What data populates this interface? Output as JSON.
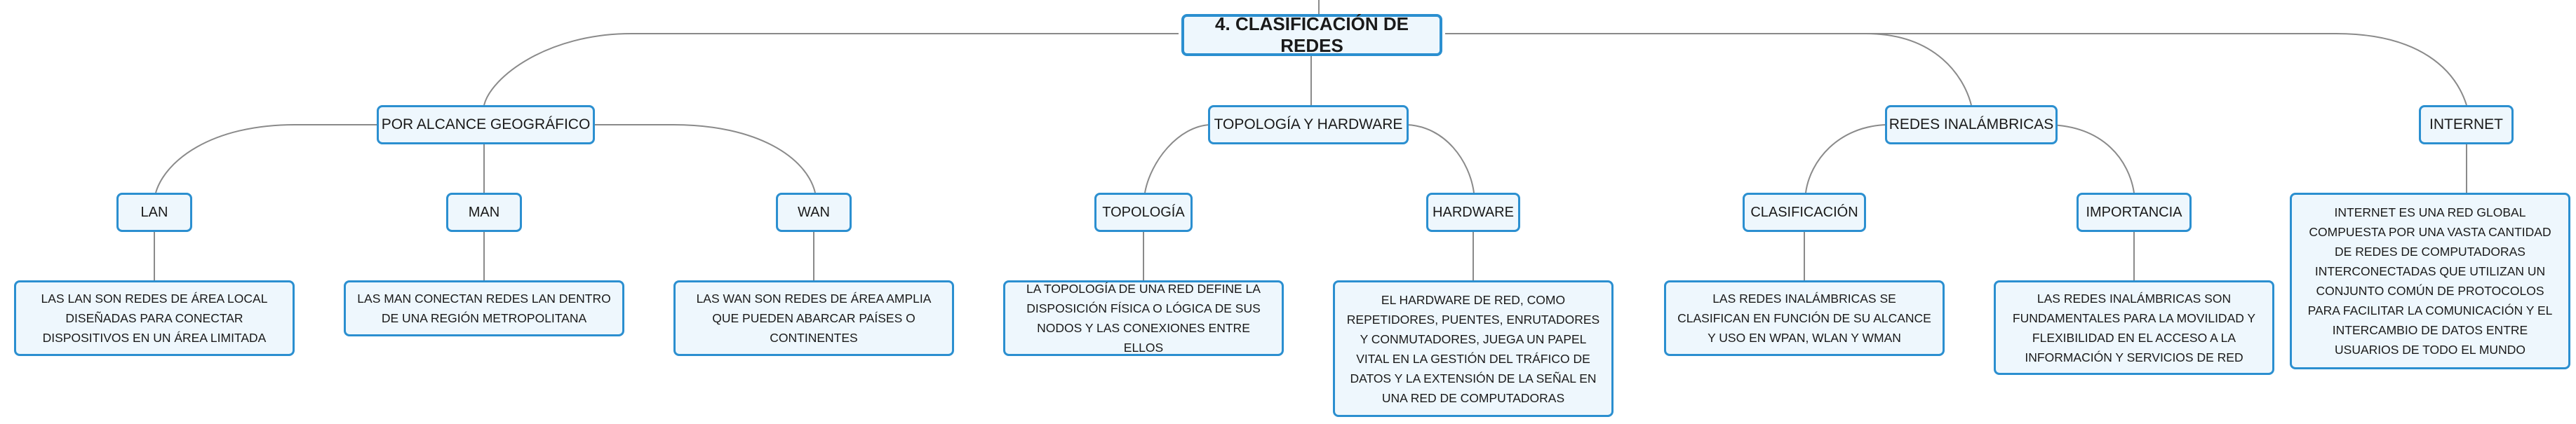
{
  "diagram": {
    "root": {
      "label": "4. CLASIFICACIÓN DE REDES"
    },
    "branches": [
      {
        "label": "POR ALCANCE GEOGRÁFICO",
        "children": [
          {
            "label": "LAN",
            "detail": "LAS LAN SON REDES DE ÁREA LOCAL DISEÑADAS PARA CONECTAR DISPOSITIVOS EN UN ÁREA LIMITADA"
          },
          {
            "label": "MAN",
            "detail": "LAS MAN CONECTAN REDES LAN DENTRO DE UNA REGIÓN METROPOLITANA"
          },
          {
            "label": "WAN",
            "detail": "LAS WAN SON REDES DE ÁREA AMPLIA QUE PUEDEN ABARCAR PAÍSES O CONTINENTES"
          }
        ]
      },
      {
        "label": "TOPOLOGÍA Y HARDWARE",
        "children": [
          {
            "label": "TOPOLOGÍA",
            "detail": "LA TOPOLOGÍA DE UNA RED DEFINE LA DISPOSICIÓN FÍSICA O LÓGICA DE SUS NODOS Y LAS CONEXIONES ENTRE ELLOS"
          },
          {
            "label": "HARDWARE",
            "detail": "EL HARDWARE DE RED, COMO REPETIDORES, PUENTES, ENRUTADORES Y CONMUTADORES, JUEGA UN PAPEL VITAL EN LA GESTIÓN DEL TRÁFICO DE DATOS Y LA EXTENSIÓN DE LA SEÑAL EN UNA RED DE COMPUTADORAS"
          }
        ]
      },
      {
        "label": "REDES INALÁMBRICAS",
        "children": [
          {
            "label": "CLASIFICACIÓN",
            "detail": "LAS REDES INALÁMBRICAS SE CLASIFICAN EN FUNCIÓN DE SU ALCANCE Y USO EN WPAN, WLAN Y WMAN"
          },
          {
            "label": "IMPORTANCIA",
            "detail": "LAS REDES INALÁMBRICAS SON FUNDAMENTALES PARA LA MOVILIDAD Y FLEXIBILIDAD EN EL ACCESO A LA INFORMACIÓN Y SERVICIOS DE RED"
          }
        ]
      },
      {
        "label": "INTERNET",
        "detail": "INTERNET ES UNA RED GLOBAL COMPUESTA POR UNA VASTA CANTIDAD DE REDES DE COMPUTADORAS INTERCONECTADAS QUE UTILIZAN UN CONJUNTO COMÚN DE PROTOCOLOS PARA FACILITAR LA COMUNICACIÓN Y EL INTERCAMBIO DE DATOS ENTRE USUARIOS DE TODO EL MUNDO"
      }
    ]
  },
  "colors": {
    "node_border": "#2b8fd0",
    "node_fill": "#eef7fd",
    "connector": "#8a8a8a",
    "text": "#1a1a1a"
  }
}
